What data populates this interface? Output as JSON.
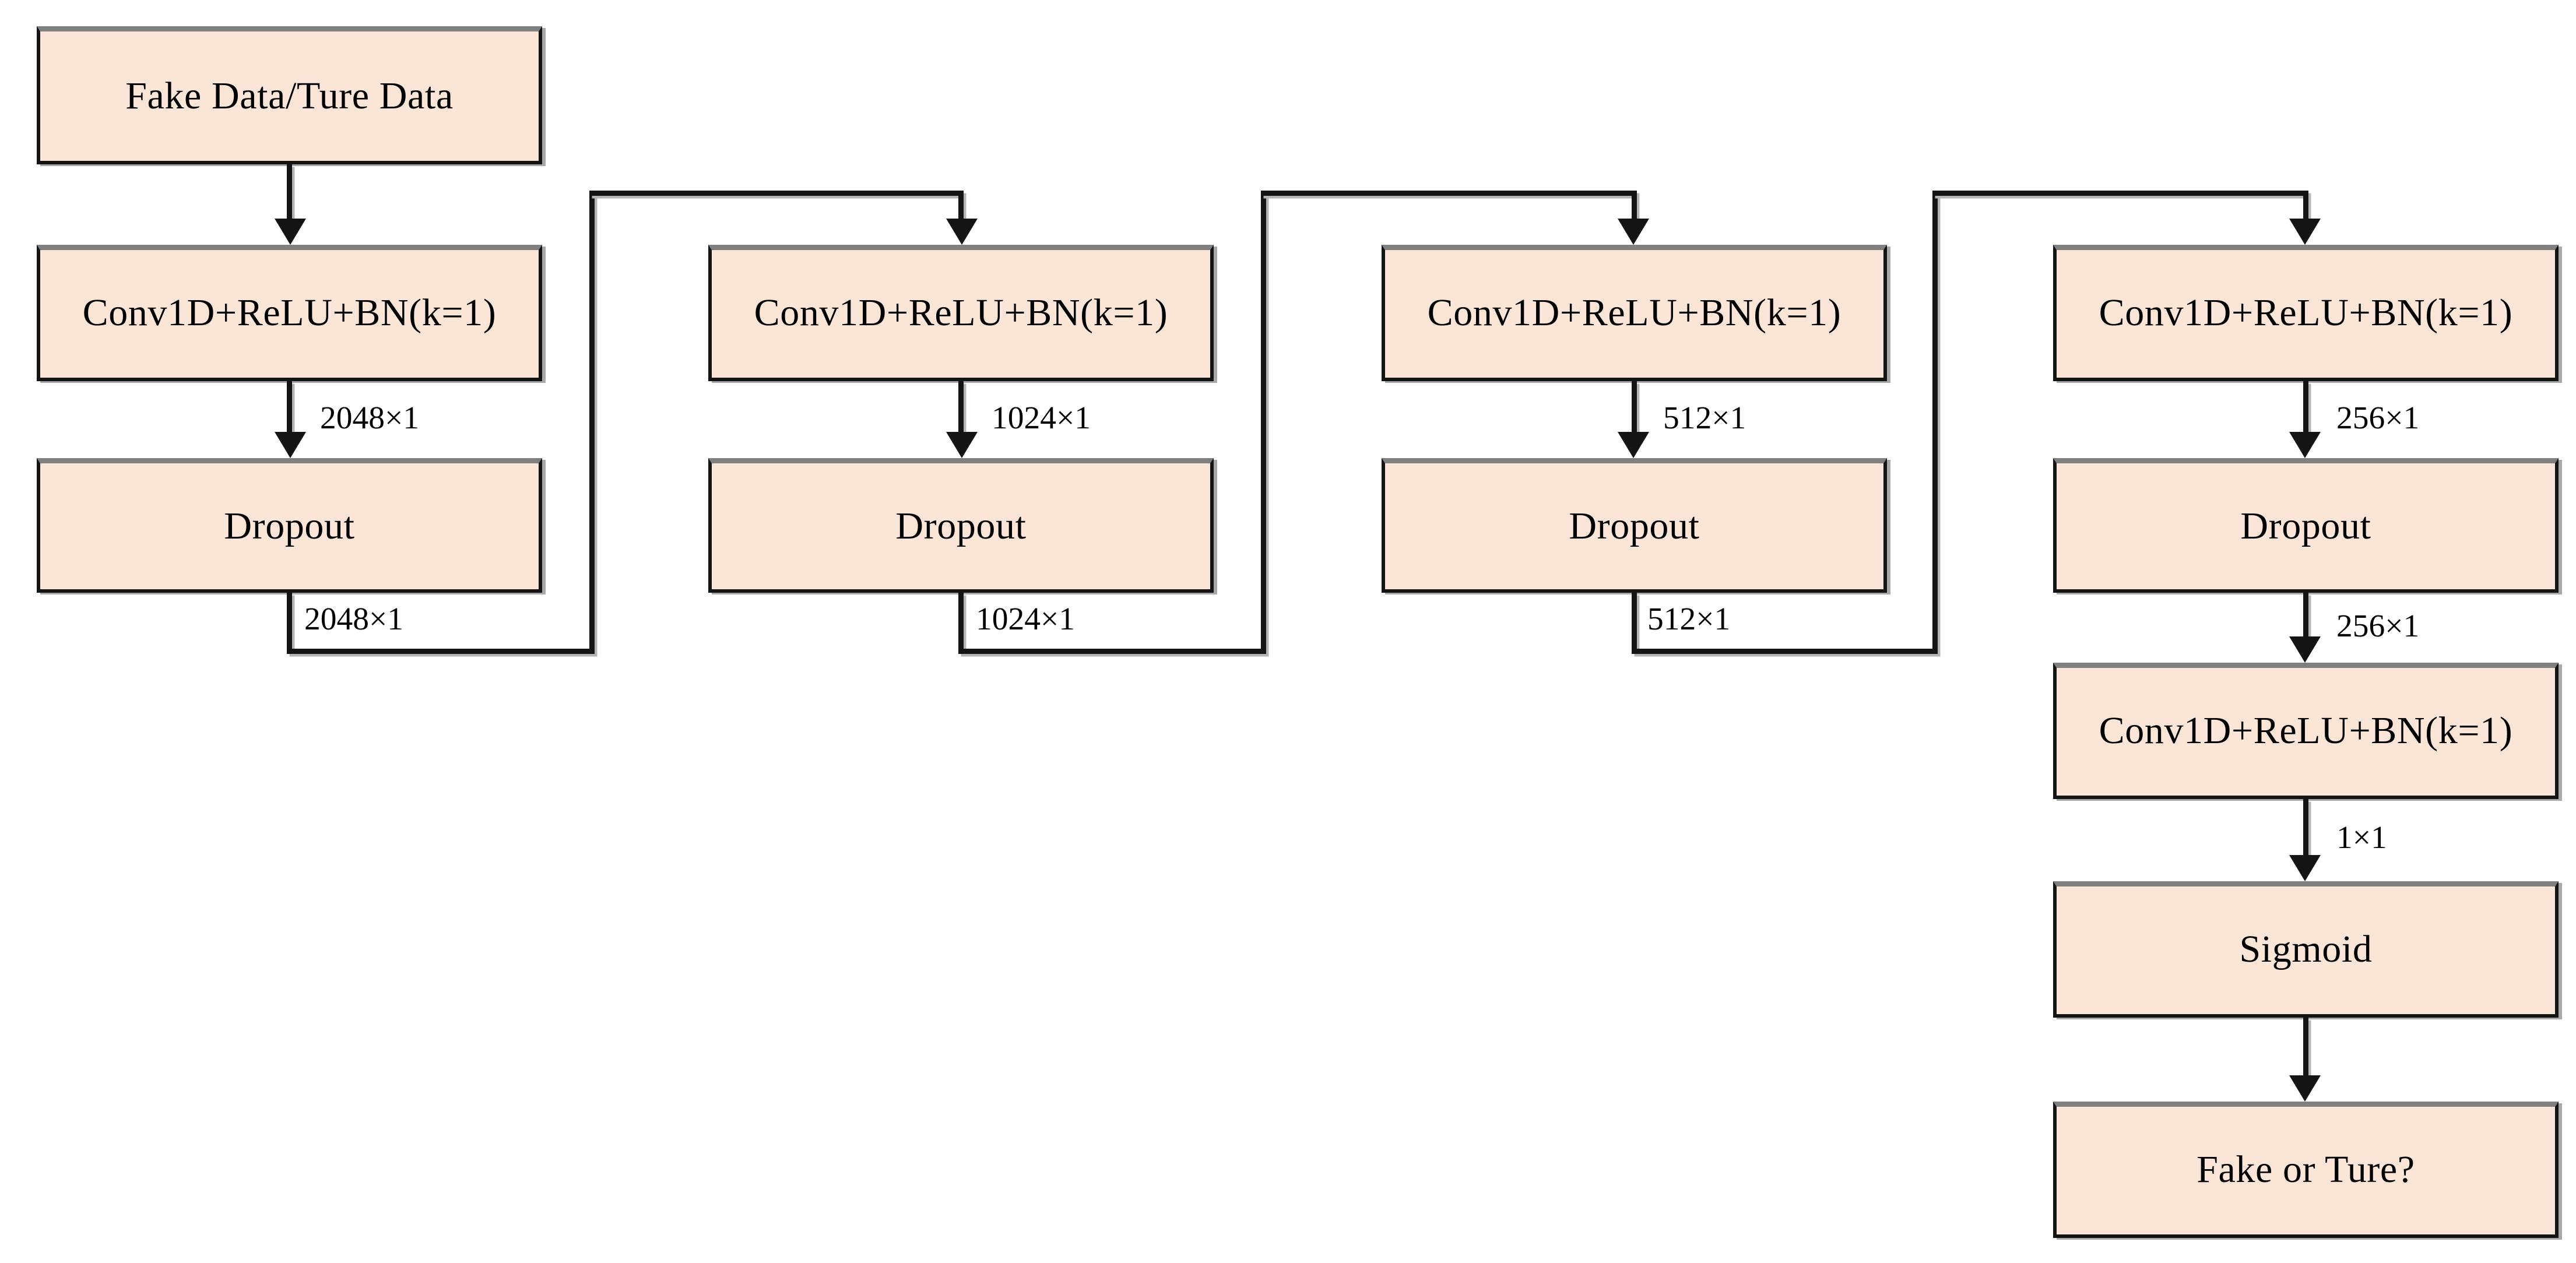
{
  "diagram": {
    "background_color": "#ffffff",
    "box_fill_color": "#FAE5D6",
    "box_border_color": "#141414",
    "box_border_top_color": "#7f7f7f",
    "line_color": "#141414",
    "nodes": {
      "input": "Fake Data/Ture Data",
      "conv": "Conv1D+ReLU+BN(k=1)",
      "dropout": "Dropout",
      "sigmoid": "Sigmoid",
      "output": "Fake or Ture?"
    },
    "size_labels": {
      "col1_mid": "2048×1",
      "col1_out": "2048×1",
      "col2_mid": "1024×1",
      "col2_out": "1024×1",
      "col3_mid": "512×1",
      "col3_out": "512×1",
      "col4_mid": "256×1",
      "col4_out": "256×1",
      "final": "1×1"
    }
  }
}
